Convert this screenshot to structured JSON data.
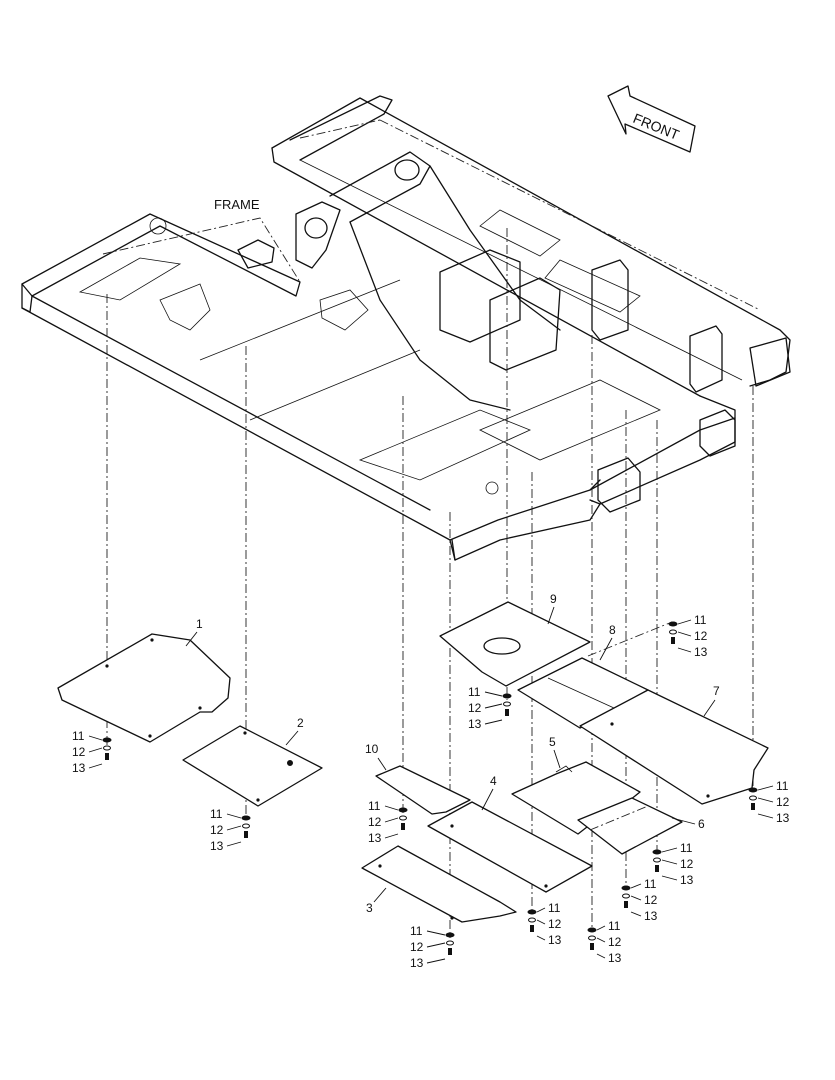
{
  "labels": {
    "frame": "FRAME",
    "front": "FRONT"
  },
  "parts": [
    {
      "number": "1"
    },
    {
      "number": "2"
    },
    {
      "number": "3"
    },
    {
      "number": "4"
    },
    {
      "number": "5"
    },
    {
      "number": "6"
    },
    {
      "number": "7"
    },
    {
      "number": "8"
    },
    {
      "number": "9"
    },
    {
      "number": "10"
    }
  ],
  "fastener_stack": [
    "11",
    "12",
    "13"
  ],
  "colors": {
    "line": "#111111",
    "background": "#ffffff"
  }
}
